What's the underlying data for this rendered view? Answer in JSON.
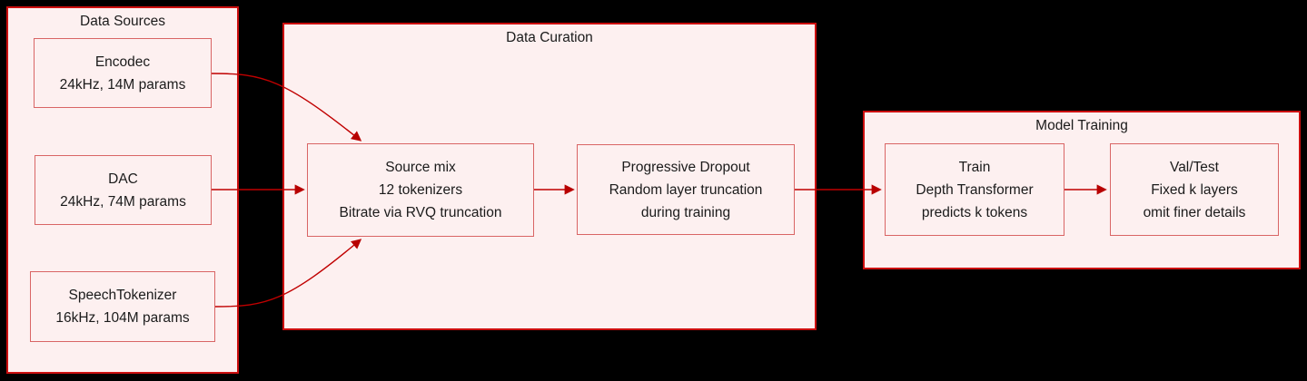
{
  "diagram": {
    "containers": {
      "data_sources": {
        "title": "Data Sources"
      },
      "data_curation": {
        "title": "Data Curation"
      },
      "model_training": {
        "title": "Model Training"
      }
    },
    "nodes": {
      "encodec": {
        "line1": "Encodec",
        "line2": "24kHz, 14M params"
      },
      "dac": {
        "line1": "DAC",
        "line2": "24kHz, 74M params"
      },
      "speech_tokenizer": {
        "line1": "SpeechTokenizer",
        "line2": "16kHz, 104M params"
      },
      "source_mix": {
        "line1": "Source mix",
        "line2": "12 tokenizers",
        "line3": "Bitrate via RVQ truncation"
      },
      "progressive_dropout": {
        "line1": "Progressive Dropout",
        "line2": "Random layer truncation",
        "line3": "during training"
      },
      "train": {
        "line1": "Train",
        "line2": "Depth Transformer",
        "line3": "predicts k tokens"
      },
      "val_test": {
        "line1": "Val/Test",
        "line2": "Fixed k layers",
        "line3": "omit finer details"
      }
    },
    "edges": [
      {
        "from": "Encodec",
        "to": "Source mix"
      },
      {
        "from": "DAC",
        "to": "Source mix"
      },
      {
        "from": "SpeechTokenizer",
        "to": "Source mix"
      },
      {
        "from": "Source mix",
        "to": "Progressive Dropout"
      },
      {
        "from": "Progressive Dropout",
        "to": "Train"
      },
      {
        "from": "Train",
        "to": "Val/Test"
      }
    ],
    "colors": {
      "background": "#000000",
      "container_fill": "#fdf0f0",
      "container_border": "#cc0f0f",
      "node_fill": "#fdf0f0",
      "node_border": "#d96565",
      "arrow": "#c00000",
      "text": "#1b1b1b"
    }
  }
}
